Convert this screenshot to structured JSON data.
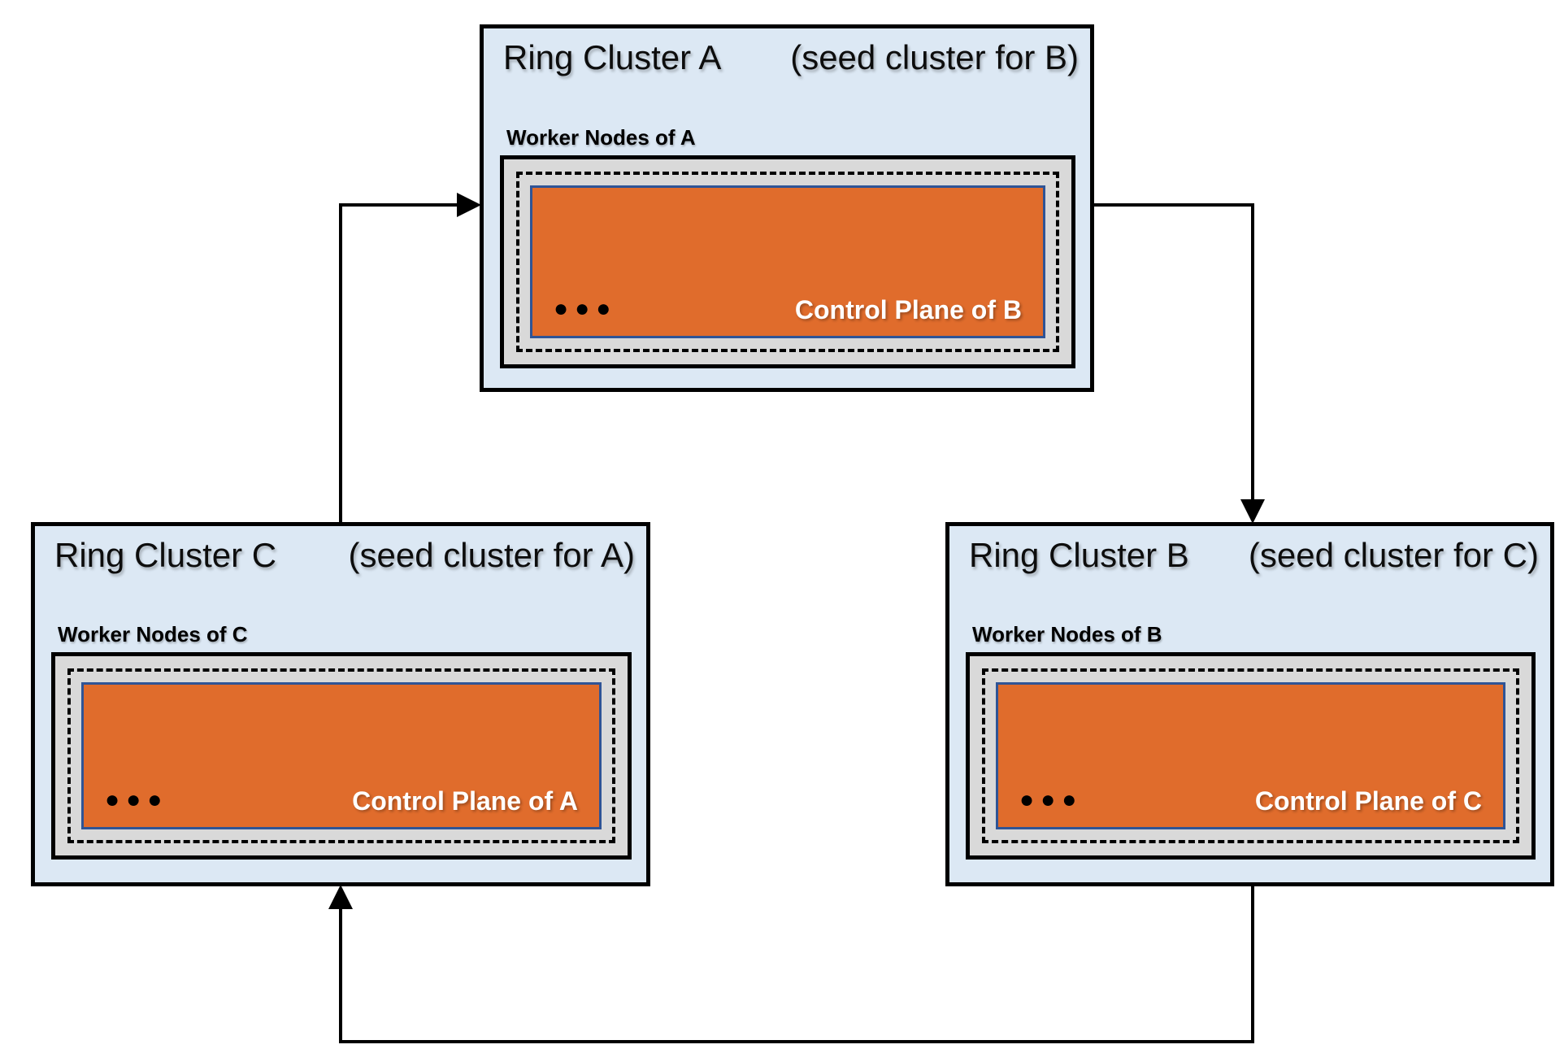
{
  "diagram": {
    "clusters": [
      {
        "id": "A",
        "name": "Ring Cluster A",
        "seed_note": "(seed cluster for B)",
        "worker_label": "Worker Nodes of A",
        "control_plane_label": "Control Plane of B",
        "ellipsis": "●●●"
      },
      {
        "id": "C",
        "name": "Ring Cluster C",
        "seed_note": "(seed cluster for A)",
        "worker_label": "Worker Nodes of C",
        "control_plane_label": "Control Plane of A",
        "ellipsis": "●●●"
      },
      {
        "id": "B",
        "name": "Ring Cluster B",
        "seed_note": "(seed cluster for C)",
        "worker_label": "Worker Nodes of B",
        "control_plane_label": "Control Plane of C",
        "ellipsis": "●●●"
      }
    ],
    "edges": [
      {
        "from": "Ring Cluster C",
        "to": "Ring Cluster A"
      },
      {
        "from": "Ring Cluster A",
        "to": "Ring Cluster B"
      },
      {
        "from": "Ring Cluster B",
        "to": "Ring Cluster C"
      }
    ],
    "colors": {
      "cluster-fill": "#dce8f4",
      "worker-fill": "#d9d9d9",
      "control-fill": "#e06c2c",
      "control-border": "#2f5496",
      "line": "#000000"
    }
  }
}
